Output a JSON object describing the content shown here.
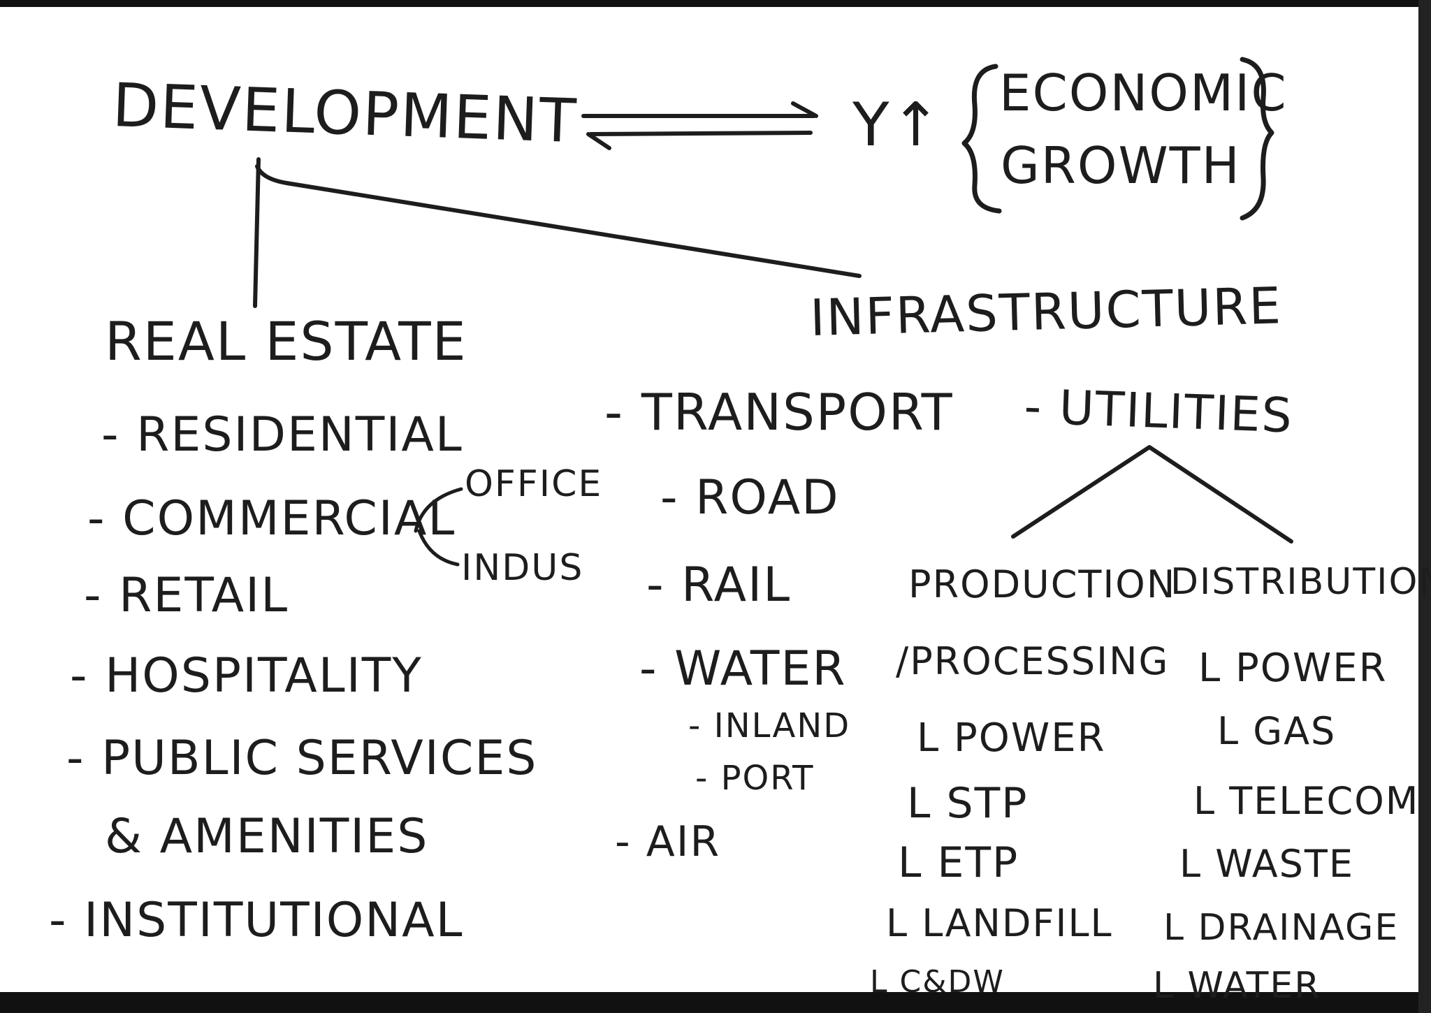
{
  "header": {
    "development": "DEVELOPMENT",
    "income_symbol": "Y↑",
    "economic": "ECONOMIC",
    "growth": "GROWTH"
  },
  "real_estate": {
    "title": "REAL ESTATE",
    "items": [
      "- RESIDENTIAL",
      "- COMMERCIAL",
      "- RETAIL",
      "- HOSPITALITY",
      "- PUBLIC SERVICES",
      "& AMENITIES",
      "- INSTITUTIONAL"
    ],
    "commercial_sub": [
      "OFFICE",
      "INDUS"
    ]
  },
  "infrastructure": {
    "title": "INFRASTRUCTURE",
    "transport": {
      "title": "- TRANSPORT",
      "items": [
        "- ROAD",
        "- RAIL",
        "- WATER"
      ],
      "water_sub": [
        "- INLAND",
        "- PORT"
      ],
      "air": "- AIR"
    },
    "utilities": {
      "title": "- UTILITIES",
      "production_title_1": "PRODUCTION",
      "production_title_2": "/PROCESSING",
      "production_items": [
        "L POWER",
        "L STP",
        "L ETP",
        "L LANDFILL",
        "L C&DW"
      ],
      "distribution_title": "DISTRIBUTION",
      "distribution_items": [
        "L POWER",
        "L GAS",
        "L TELECOM",
        "L WASTE",
        "L DRAINAGE",
        "L WATER"
      ]
    }
  }
}
